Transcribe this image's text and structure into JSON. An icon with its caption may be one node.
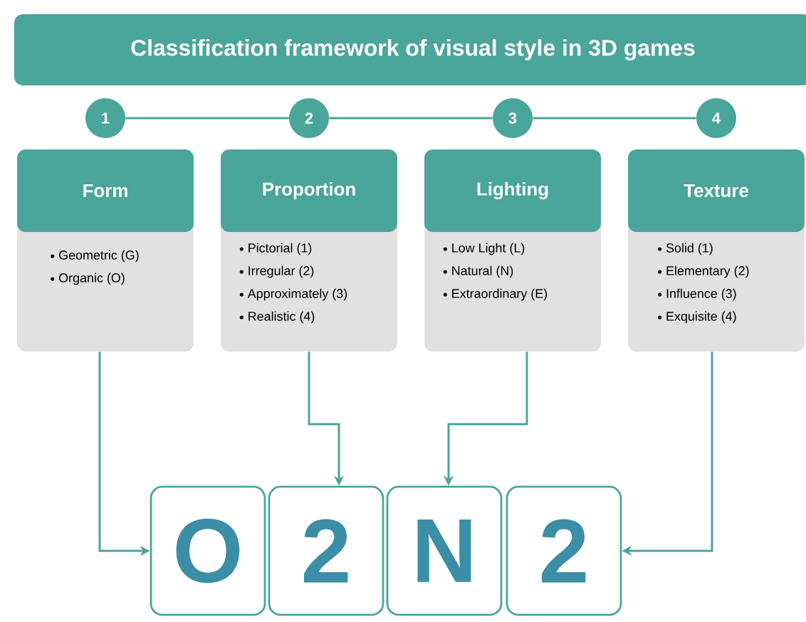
{
  "diagram": {
    "title": "Classification framework of visual style in 3D games",
    "nodes": [
      {
        "text": [
          "1"
        ]
      },
      {
        "text": [
          "2"
        ]
      },
      {
        "text": [
          "3"
        ]
      },
      {
        "text": [
          "4"
        ]
      },
      {
        "text": [
          "Form",
          "Geometric (G)",
          "Organic (O)"
        ]
      },
      {
        "text": [
          "Proportion",
          "Pictorial (1)",
          "Irregular (2)",
          "Approximately (3)",
          "Realistic (4)"
        ]
      },
      {
        "text": [
          "Lighting",
          "Low Light (L)",
          "Natural (N)",
          "Extraordinary (E)"
        ]
      },
      {
        "text": [
          "Texture",
          "Solid (1)",
          "Elementary (2)",
          "Influence (3)",
          "Exquisite (4)"
        ]
      },
      {
        "text": [
          "O"
        ]
      },
      {
        "text": [
          "2"
        ]
      },
      {
        "text": [
          "N"
        ]
      },
      {
        "text": [
          "2"
        ]
      }
    ],
    "edges": [
      {
        "from": 0,
        "to": 1,
        "arrow": "none"
      },
      {
        "from": 1,
        "to": 2,
        "arrow": "none"
      },
      {
        "from": 2,
        "to": 3,
        "arrow": "none"
      },
      {
        "from": 4,
        "to": 8,
        "arrow": "to"
      },
      {
        "from": 5,
        "to": 9,
        "arrow": "to"
      },
      {
        "from": 6,
        "to": 10,
        "arrow": "to"
      },
      {
        "from": 7,
        "to": 11,
        "arrow": "to"
      }
    ]
  }
}
